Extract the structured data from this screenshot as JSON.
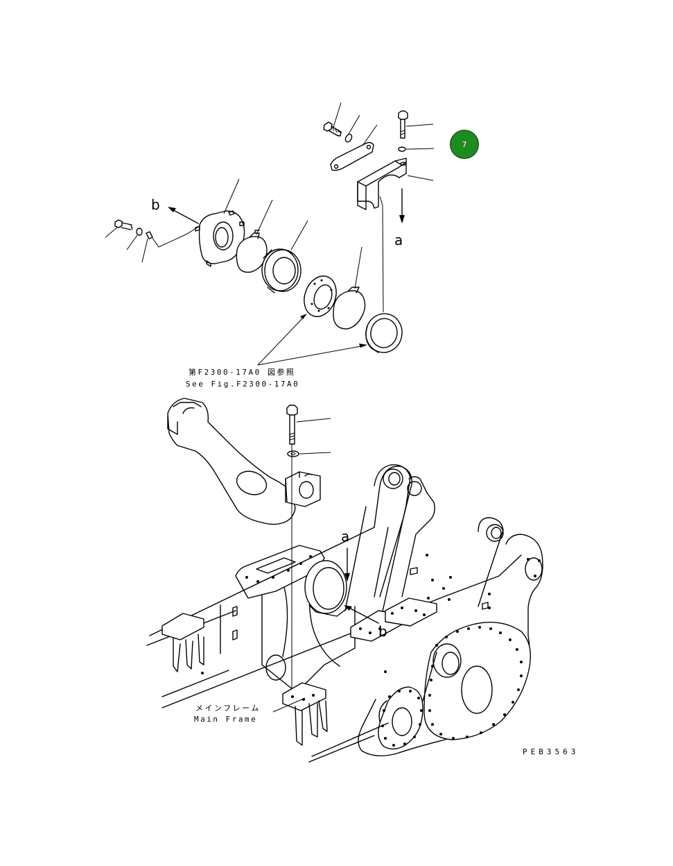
{
  "colors": {
    "callout_fill": "#1f8a1f",
    "line": "#000000"
  },
  "callouts": [
    {
      "number": "7",
      "shape": "circle"
    }
  ],
  "letters": {
    "b_top": "b",
    "a_top": "a",
    "a_bottom": "a",
    "b_bottom": "b"
  },
  "reference": {
    "jp": "第F2300-17A0 図参照",
    "en": "See Fig.F2300-17A0"
  },
  "frame": {
    "jp": "メインフレーム",
    "en": "Main Frame"
  },
  "code": "PEB3563"
}
